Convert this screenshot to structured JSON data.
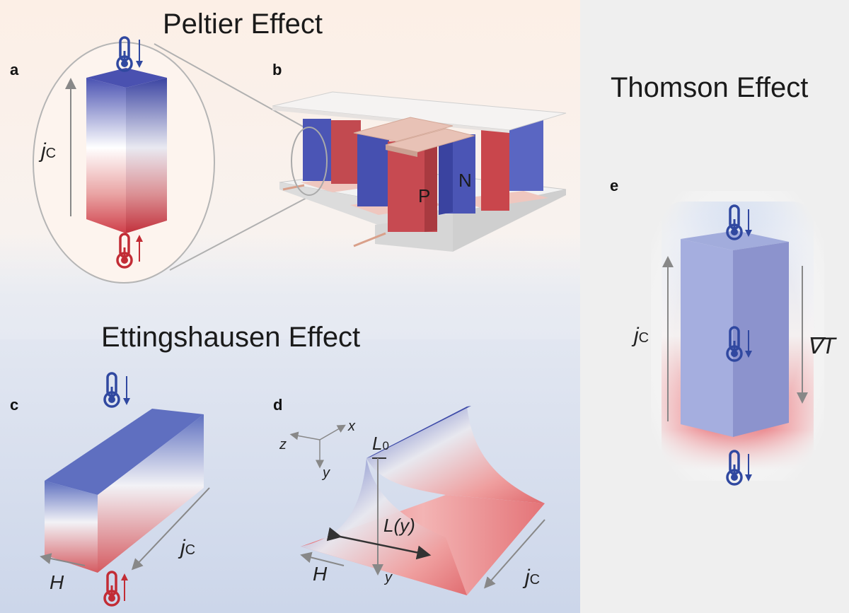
{
  "titles": {
    "peltier": "Peltier Effect",
    "ettingshausen": "Ettingshausen Effect",
    "thomson": "Thomson Effect"
  },
  "panels": {
    "a": "a",
    "b": "b",
    "c": "c",
    "d": "d",
    "e": "e"
  },
  "labels": {
    "jc_j": "j",
    "jc_sub": "C",
    "H": "H",
    "P": "P",
    "N": "N",
    "axis_x": "x",
    "axis_y": "y",
    "axis_z": "z",
    "L0_L": "L",
    "L0_sub": "0",
    "Ly": "L(y)",
    "y_axis": "y",
    "gradT": "∇T"
  },
  "colors": {
    "cold": "#4a5fb8",
    "hot": "#d0353e",
    "p_leg": "#c9464c",
    "n_leg": "#4b55b5"
  },
  "icons": [
    "thermometer-cold-icon",
    "thermometer-hot-icon",
    "arrow-down-icon",
    "arrow-up-icon"
  ]
}
